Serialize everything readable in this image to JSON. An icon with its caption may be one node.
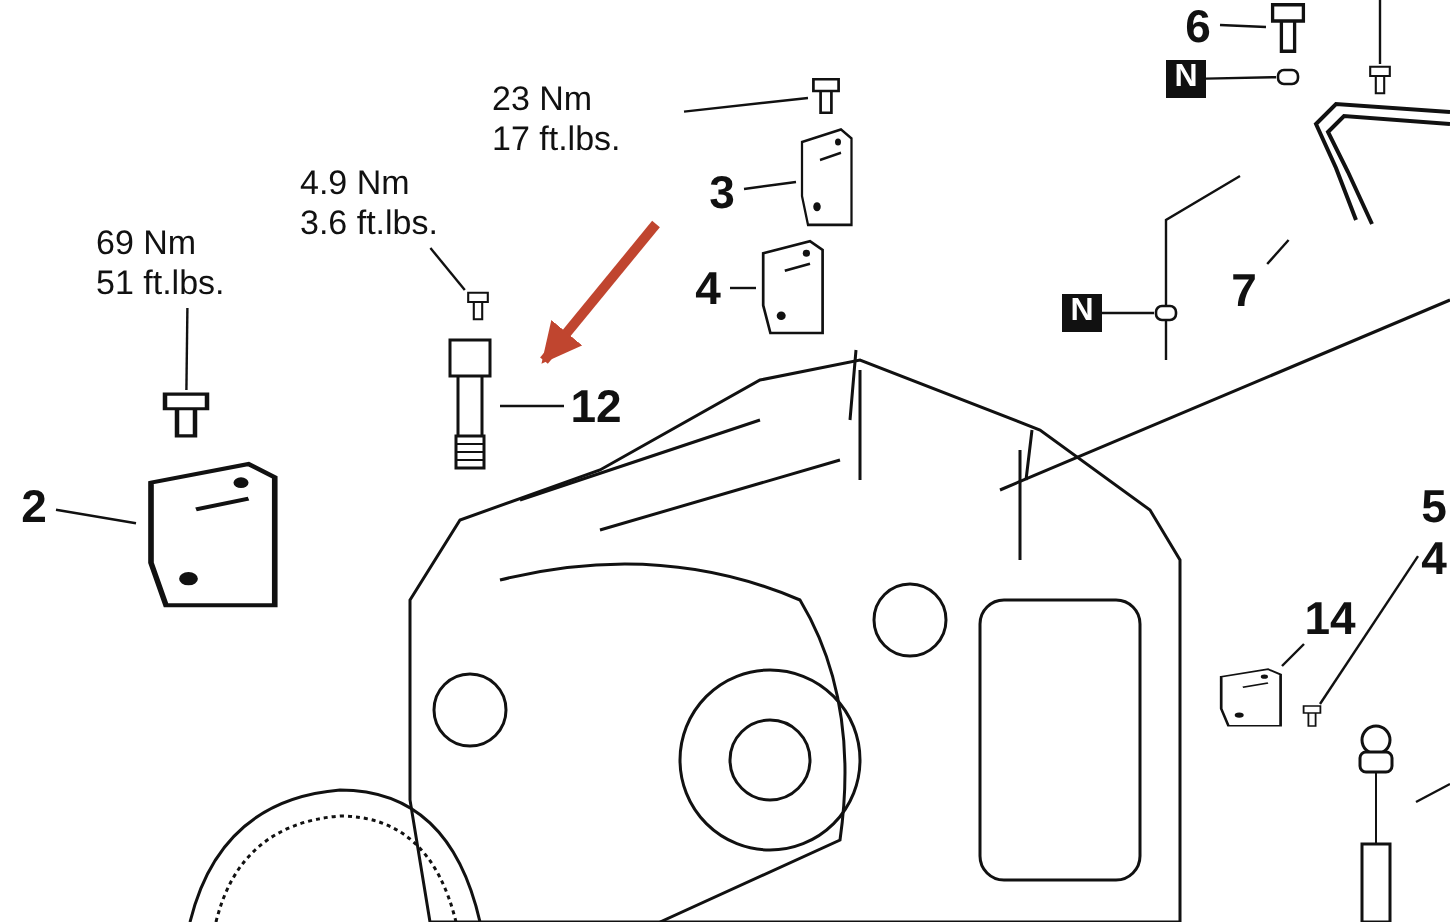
{
  "diagram": {
    "nodes": [
      {
        "text": [
          "69 Nm",
          "51 ft.lbs."
        ]
      },
      {
        "text": [],
        "shape": "picture"
      },
      {
        "text": [
          "2"
        ]
      },
      {
        "text": [],
        "shape": "picture"
      },
      {
        "text": [
          "4.9 Nm",
          "3.6 ft.lbs."
        ]
      },
      {
        "text": [],
        "shape": "picture"
      },
      {
        "text": [
          "12"
        ]
      },
      {
        "text": [],
        "shape": "picture"
      },
      {
        "text": [
          "23 Nm",
          "17 ft.lbs."
        ]
      },
      {
        "text": [],
        "shape": "picture"
      },
      {
        "text": [
          "3"
        ]
      },
      {
        "text": [],
        "shape": "picture"
      },
      {
        "text": [
          "4"
        ]
      },
      {
        "text": [],
        "shape": "picture"
      },
      {
        "text": [
          "6"
        ]
      },
      {
        "text": [],
        "shape": "picture"
      },
      {
        "text": [
          "N"
        ]
      },
      {
        "text": [],
        "shape": "box"
      },
      {
        "text": [
          "N"
        ]
      },
      {
        "text": [],
        "shape": "box"
      },
      {
        "text": [
          "7"
        ]
      },
      {
        "text": [],
        "shape": "picture"
      },
      {
        "text": [
          "14"
        ]
      },
      {
        "text": [],
        "shape": "picture"
      },
      {
        "text": [
          "5",
          "4"
        ]
      },
      {
        "text": [],
        "shape": "picture"
      },
      {
        "text": [],
        "shape": "picture"
      },
      {
        "text": [],
        "shape": "picture"
      }
    ],
    "edges": [
      {
        "from": 0,
        "to": 1,
        "arrow": "none"
      },
      {
        "from": 2,
        "to": 3,
        "arrow": "none"
      },
      {
        "from": 4,
        "to": 5,
        "arrow": "none"
      },
      {
        "from": 6,
        "to": 7,
        "arrow": "none"
      },
      {
        "from": 8,
        "to": 9,
        "arrow": "none"
      },
      {
        "from": 10,
        "to": 11,
        "arrow": "none"
      },
      {
        "from": 12,
        "to": 13,
        "arrow": "none"
      },
      {
        "from": 14,
        "to": 15,
        "arrow": "none"
      },
      {
        "from": 16,
        "to": 17,
        "arrow": "none"
      },
      {
        "from": 18,
        "to": 19,
        "arrow": "none"
      },
      {
        "from": 20,
        "to": 21,
        "arrow": "none"
      },
      {
        "from": 22,
        "to": 23,
        "arrow": "none"
      },
      {
        "from": 24,
        "to": 25,
        "arrow": "none"
      },
      {
        "from": null,
        "to": 26,
        "arrow": "none"
      },
      {
        "from": null,
        "to": 27,
        "arrow": "none"
      },
      {
        "from": null,
        "to": 7,
        "arrow": "to",
        "style": "thick",
        "color": "#c0452f"
      }
    ]
  }
}
